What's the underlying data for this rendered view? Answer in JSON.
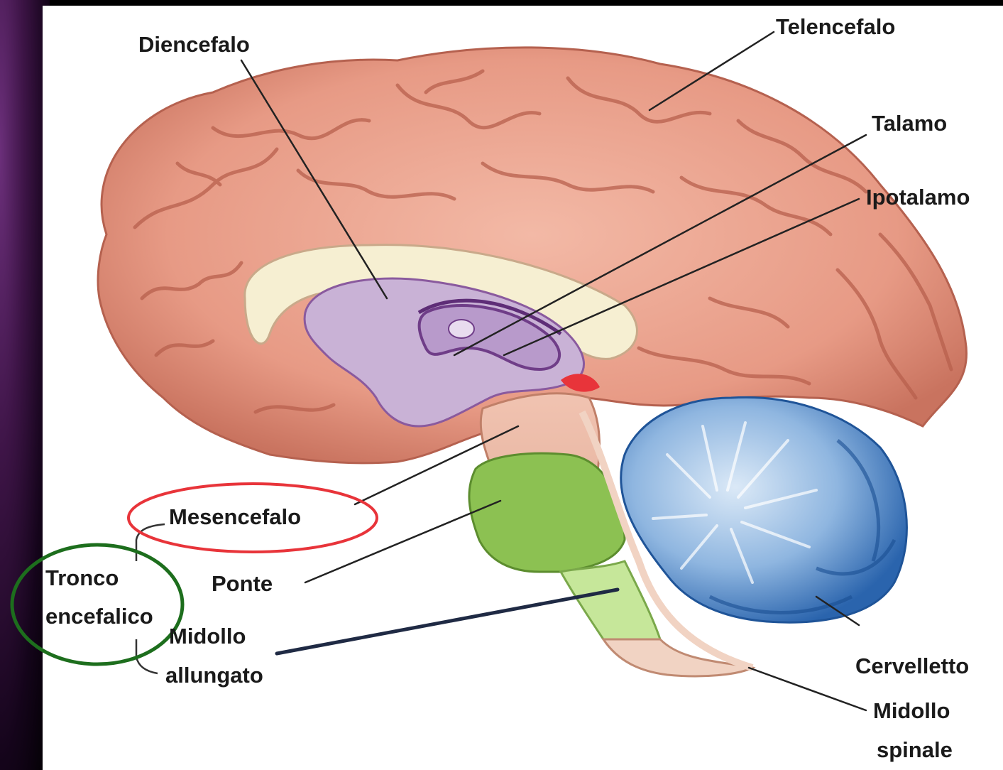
{
  "labels": {
    "diencefalo": "Diencefalo",
    "telencefalo": "Telencefalo",
    "talamo": "Talamo",
    "ipotalamo": "Ipotalamo",
    "mesencefalo": "Mesencefalo",
    "tronco_line1": "Tronco",
    "tronco_line2": "encefalico",
    "ponte": "Ponte",
    "midollo_allungato_line1": "Midollo",
    "midollo_allungato_line2": "allungato",
    "cervelletto": "Cervelletto",
    "midollo_spinale_line1": "Midollo",
    "midollo_spinale_line2": "spinale"
  },
  "colors": {
    "cortex": "#e8a08c",
    "cortex_dark": "#c8705e",
    "corpus_callosum": "#f6efd2",
    "diencephalon": "#c9b2d6",
    "diencephalon_dark": "#8a5a9e",
    "brainstem_pons": "#8cc152",
    "medulla": "#c6e79a",
    "cerebellum_light": "#a9c9e8",
    "cerebellum_dark": "#2f6fb8",
    "highlight_red": "#e8343a",
    "highlight_green": "#1d6e1d"
  }
}
